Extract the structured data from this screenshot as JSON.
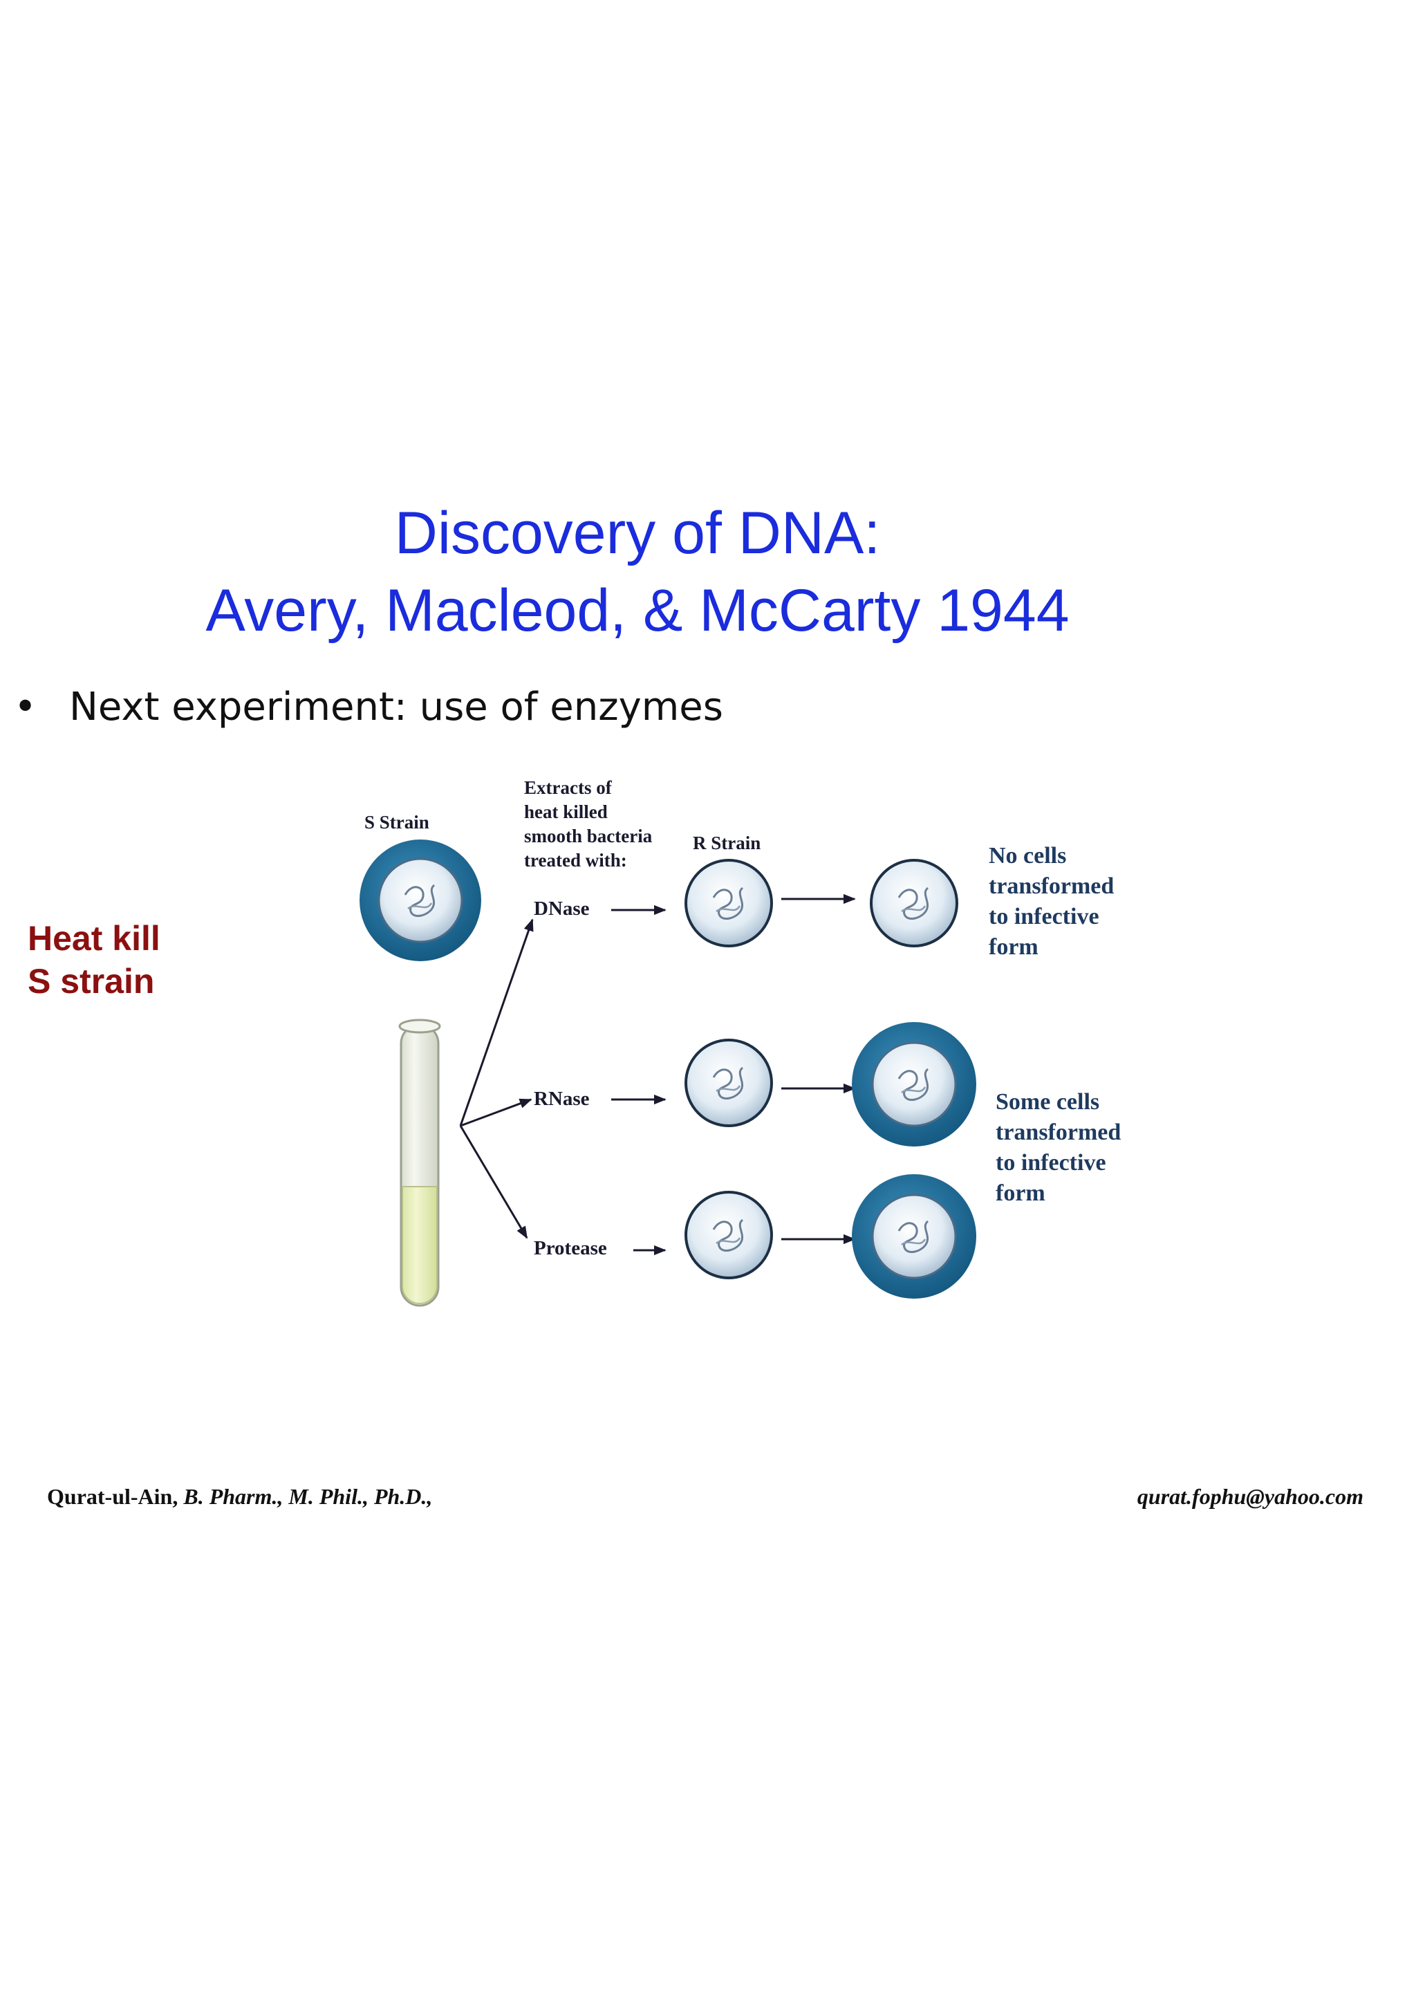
{
  "title": {
    "line1": "Discovery of DNA:",
    "line2": "Avery, Macleod, & McCarty 1944"
  },
  "bullet": {
    "symbol": "•",
    "text": "Next experiment: use of enzymes"
  },
  "side_label": {
    "line1": "Heat kill",
    "line2": "S strain"
  },
  "diagram": {
    "s_strain_label": "S Strain",
    "extracts_label": [
      "Extracts of",
      "heat killed",
      "smooth bacteria",
      "treated with:"
    ],
    "r_strain_label": "R Strain",
    "treatments": [
      "DNase",
      "RNase",
      "Protease"
    ],
    "result_no": [
      "No cells",
      "transformed",
      "to infective",
      "form"
    ],
    "result_some": [
      "Some cells",
      "transformed",
      "to infective",
      "form"
    ]
  },
  "footer": {
    "author_name": "Qurat-ul-Ain,",
    "author_credentials": "B. Pharm., M. Phil., Ph.D.,",
    "email": "qurat.fophu@yahoo.com"
  },
  "colors": {
    "title": "#1a2cdc",
    "side_label": "#8b1010",
    "capsule": "#1f6d97",
    "result_text": "#1e3a5f"
  }
}
